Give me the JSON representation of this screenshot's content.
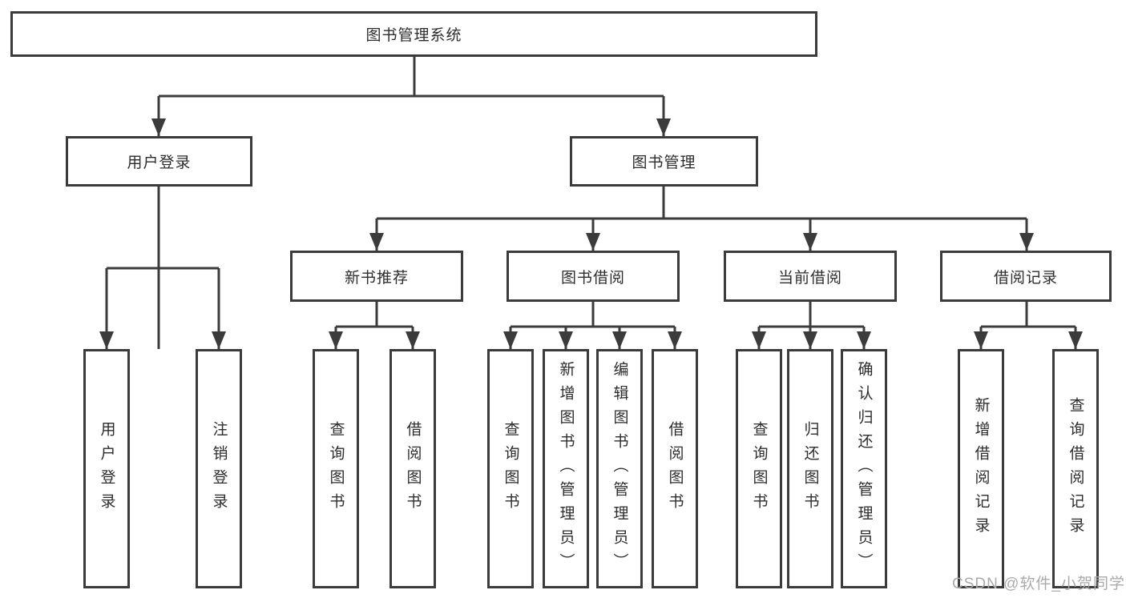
{
  "diagram": {
    "root": {
      "label": "图书管理系统"
    },
    "branches": [
      {
        "label": "用户登录",
        "children": [
          {
            "label": "用户登录"
          },
          {
            "label": "注销登录"
          }
        ]
      },
      {
        "label": "图书管理",
        "children": [
          {
            "label": "新书推荐",
            "children": [
              {
                "label": "查询图书"
              },
              {
                "label": "借阅图书"
              }
            ]
          },
          {
            "label": "图书借阅",
            "children": [
              {
                "label": "查询图书"
              },
              {
                "label": "新增图书（管理员）"
              },
              {
                "label": "编辑图书（管理员）"
              },
              {
                "label": "借阅图书"
              }
            ]
          },
          {
            "label": "当前借阅",
            "children": [
              {
                "label": "查询图书"
              },
              {
                "label": "归还图书"
              },
              {
                "label": "确认归还（管理员）"
              }
            ]
          },
          {
            "label": "借阅记录",
            "children": [
              {
                "label": "新增借阅记录"
              },
              {
                "label": "查询借阅记录"
              }
            ]
          }
        ]
      }
    ]
  },
  "watermark": {
    "text": "CSDN @软件_小贺同学"
  },
  "colors": {
    "line": "#3b3b3b",
    "box_border": "#3b3b3b",
    "text": "#2d2d2d",
    "watermark": "#aaaaaa"
  }
}
